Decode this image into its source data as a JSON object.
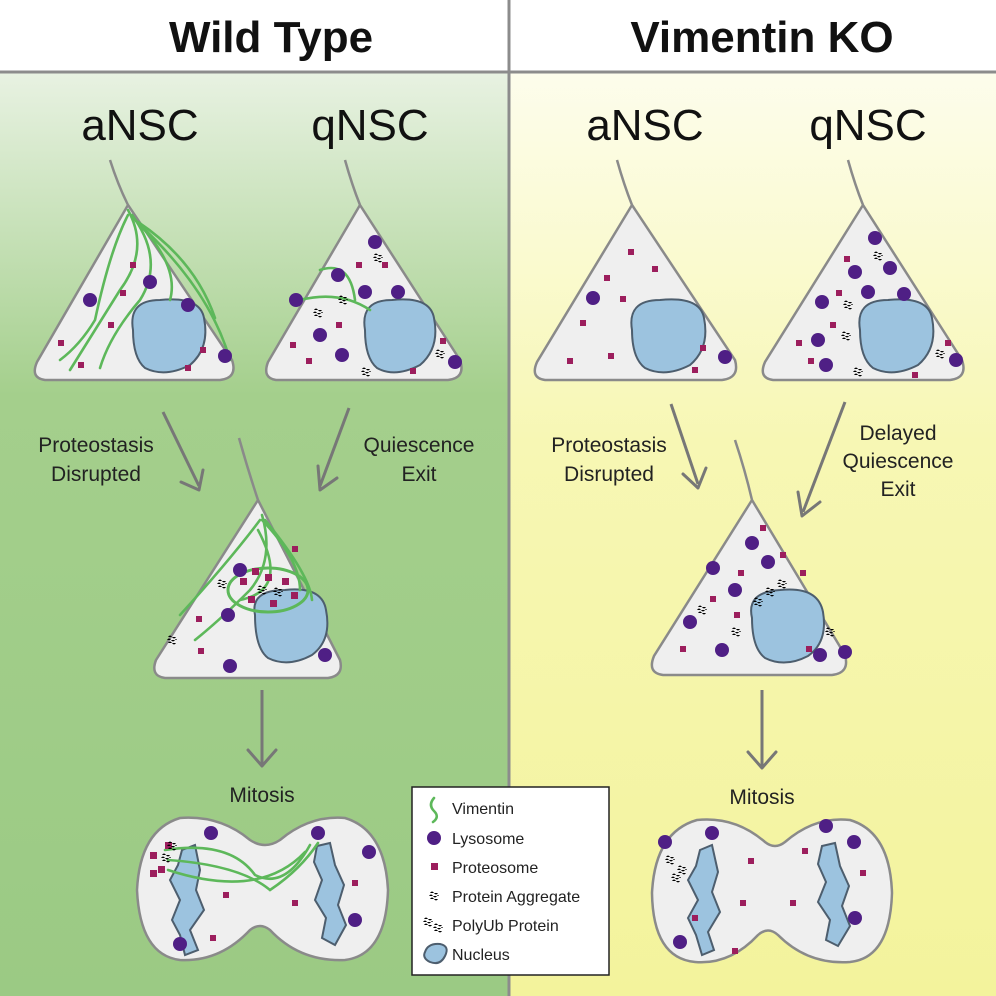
{
  "panels": {
    "left": {
      "title": "Wild Type",
      "top_left_label": "aNSC",
      "top_right_label": "qNSC"
    },
    "right": {
      "title": "Vimentin KO",
      "top_left_label": "aNSC",
      "top_right_label": "qNSC"
    }
  },
  "steps": {
    "wt_left": [
      "Proteostasis",
      "Disrupted"
    ],
    "wt_right": [
      "Quiescence",
      "Exit"
    ],
    "wt_mitosis": "Mitosis",
    "ko_left": [
      "Proteostasis",
      "Disrupted"
    ],
    "ko_right": [
      "Delayed",
      "Quiescence",
      "Exit"
    ],
    "ko_mitosis": "Mitosis"
  },
  "legend": {
    "items": [
      {
        "label": "Vimentin",
        "icon": "vimentin-icon"
      },
      {
        "label": "Lysosome",
        "icon": "lysosome-icon"
      },
      {
        "label": "Proteosome",
        "icon": "proteosome-icon"
      },
      {
        "label": "Protein Aggregate",
        "icon": "protein-aggregate-icon"
      },
      {
        "label": "PolyUb Protein",
        "icon": "polyub-protein-icon"
      },
      {
        "label": "Nucleus",
        "icon": "nucleus-icon"
      }
    ]
  },
  "colors": {
    "wild_type_bg_top": "#e8f2e2",
    "wild_type_bg_bottom": "#8fc27a",
    "vimentin_ko_bg_top": "#fdfde8",
    "vimentin_ko_bg_bottom": "#f2f28e",
    "vimentin": "#5db85a",
    "lysosome": "#4f1f85",
    "proteosome": "#9c1e5d",
    "nucleus": "#9cc3df",
    "cell_fill": "#efefef"
  }
}
